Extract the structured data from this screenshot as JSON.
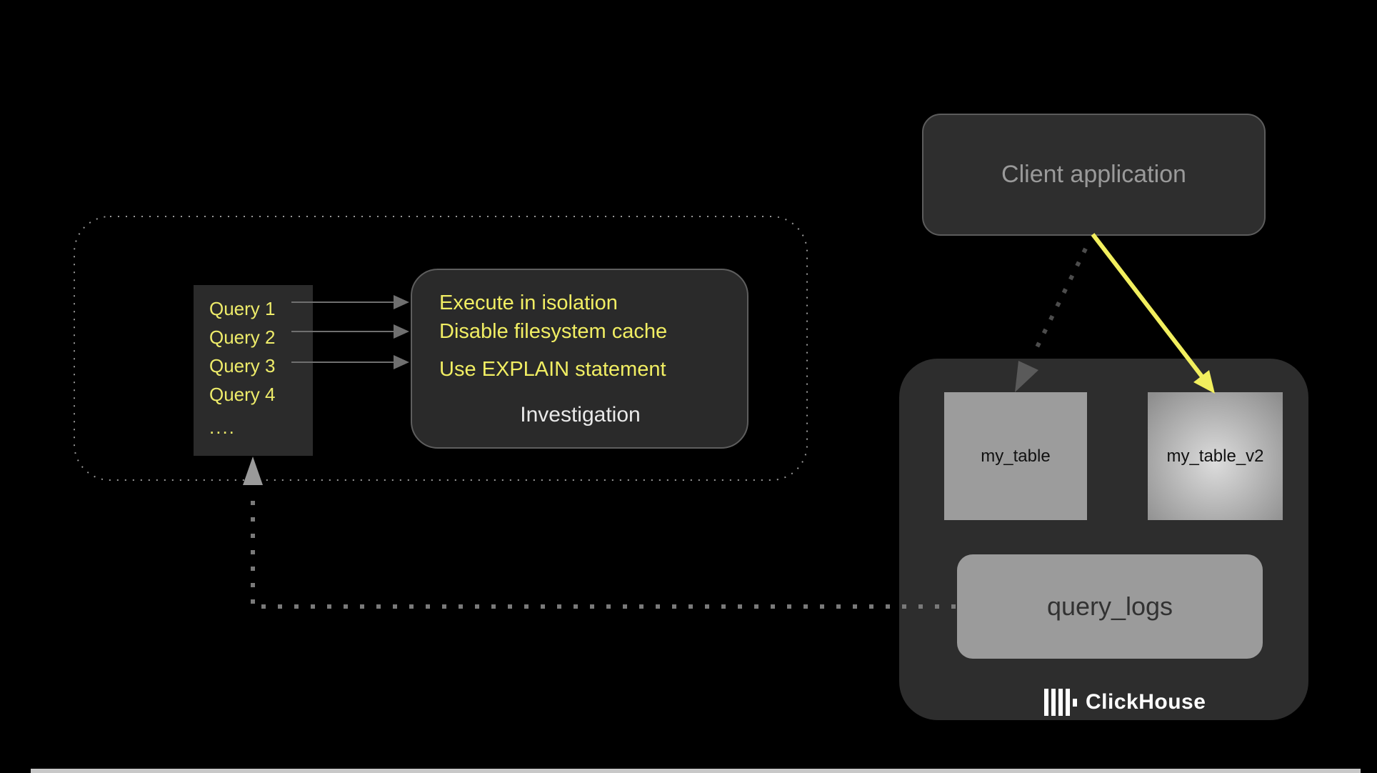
{
  "client_application": {
    "label": "Client application"
  },
  "group": {
    "query_list": {
      "items": [
        "Query 1",
        "Query 2",
        "Query 3",
        "Query 4",
        "...."
      ]
    },
    "investigation": {
      "lines": [
        "Execute in isolation",
        "Disable filesystem cache",
        "Use EXPLAIN statement"
      ],
      "label": "Investigation"
    }
  },
  "clickhouse": {
    "tables": [
      {
        "name": "my_table"
      },
      {
        "name": "my_table_v2"
      }
    ],
    "query_logs_label": "query_logs",
    "brand_name": "ClickHouse"
  },
  "icons": {
    "brand_logo": "clickhouse-bars-logo",
    "arrows": [
      "solid-yellow-arrow",
      "dotted-gray-arrow",
      "query-flow-arrows",
      "feedback-dotted-connector"
    ]
  },
  "colors": {
    "background": "#000000",
    "box_fill_dark": "#2d2d2d",
    "box_border_gray": "#5e5e5e",
    "accent_yellow": "#f1ee63",
    "arrow_yellow": "#f2ef5e",
    "table_gray": "#9c9c9c",
    "muted_text": "#9a9a9a",
    "connector_gray": "#7a7a7a",
    "dotted_arrow_gray": "#4c4c4c",
    "white": "#ffffff"
  }
}
